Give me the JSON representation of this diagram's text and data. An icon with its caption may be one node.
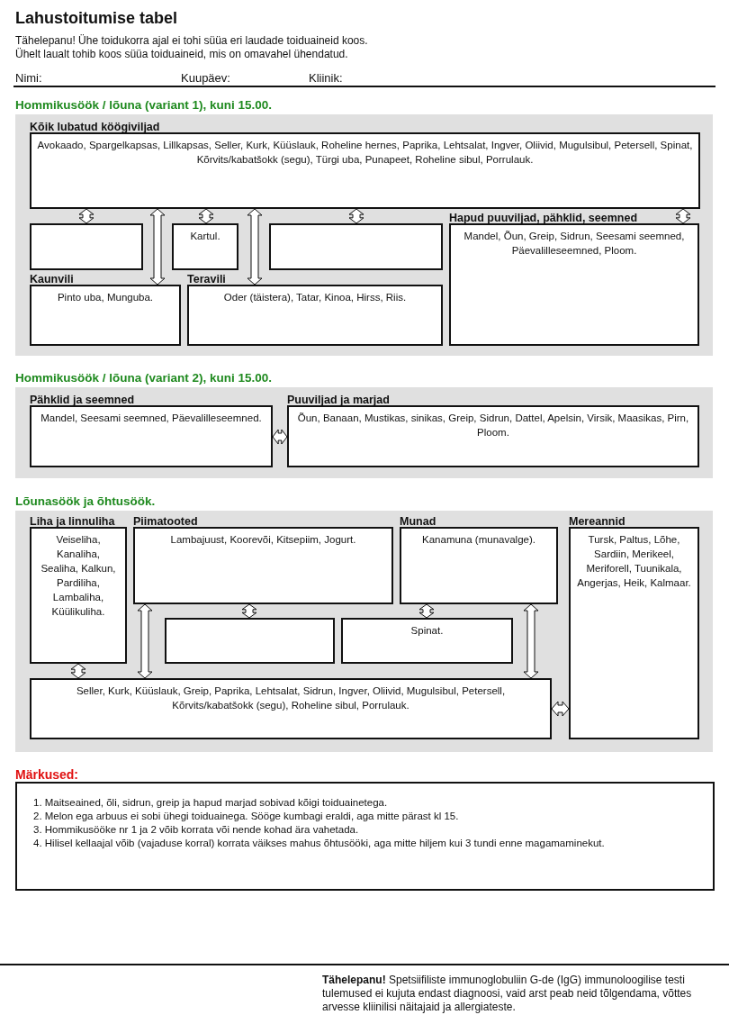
{
  "diagram": {
    "title": "Lahustoitumise tabel",
    "nodes": [
      {
        "text": [
          "Hommikusöök / lõuna (variant 1), kuni 15.00."
        ]
      },
      {
        "text": [
          "Kõik lubatud köögiviljad",
          "Avokaado, Spargelkapsas, Lillkapsas, Seller, Kurk, Küüslauk, Roheline hernes, Paprika, Lehtsalat, Ingver, Oliivid, Mugulsibul, Petersell, Spinat, Kõrvits/kabatšokk (segu), Türgi uba, Punapeet, Roheline sibul, Porrulauk."
        ],
        "in": 0
      },
      {
        "text": [],
        "shape": "box",
        "in": 0
      },
      {
        "text": [
          "Kartul."
        ],
        "in": 0
      },
      {
        "text": [],
        "shape": "box",
        "in": 0
      },
      {
        "text": [
          "Hapud puuviljad, pähklid, seemned",
          "Mandel, Õun, Greip, Sidrun, Seesami seemned, Päevalilleseemned, Ploom."
        ],
        "in": 0
      },
      {
        "text": [
          "Kaunvili",
          "Pinto uba, Munguba."
        ],
        "in": 0
      },
      {
        "text": [
          "Teravili",
          "Oder (täistera), Tatar, Kinoa, Hirss, Riis."
        ],
        "in": 0
      },
      {
        "text": [
          "Hommikusöök / lõuna (variant 2), kuni 15.00."
        ]
      },
      {
        "text": [
          "Pähklid ja seemned",
          "Mandel, Seesami seemned, Päevalilleseemned."
        ],
        "in": 8
      },
      {
        "text": [
          "Puuviljad ja marjad",
          "Õun, Banaan, Mustikas, sinikas, Greip, Sidrun, Dattel, Apelsin, Virsik, Maasikas, Pirn, Ploom."
        ],
        "in": 8
      },
      {
        "text": [
          "Lõunasöök ja õhtusöök."
        ]
      },
      {
        "text": [
          "Liha ja linnuliha",
          "Veiseliha, Kanaliha, Sealiha, Kalkun, Pardiliha, Lambaliha, Küülikuliha."
        ],
        "in": 11
      },
      {
        "text": [
          "Piimatooted",
          "Lambajuust, Koorevõi, Kitsepiim, Jogurt."
        ],
        "in": 11
      },
      {
        "text": [
          "Munad",
          "Kanamuna (munavalge)."
        ],
        "in": 11
      },
      {
        "text": [
          "Mereannid",
          "Tursk, Paltus, Lõhe, Sardiin, Merikeel, Meriforell, Tuunikala, Angerjas, Heik, Kalmaar."
        ],
        "in": 11
      },
      {
        "text": [],
        "shape": "box",
        "in": 11
      },
      {
        "text": [
          "Spinat."
        ],
        "in": 11
      },
      {
        "text": [
          "Seller, Kurk, Küüslauk, Greip, Paprika, Lehtsalat, Sidrun, Ingver, Oliivid, Mugulsibul, Petersell, Kõrvits/kabatšokk (segu), Roheline sibul, Porrulauk."
        ],
        "in": 11
      },
      {
        "text": [
          "Märkused:",
          "1. Maitseained, õli, sidrun, greip ja hapud marjad sobivad kõigi toiduainetega.",
          "2. Melon ega arbuus ei sobi ühegi toiduainega. Sööge kumbagi eraldi, aga mitte pärast kl 15.",
          "3. Hommikusööke nr 1 ja 2 võib korrata või nende kohad ära vahetada.",
          "4. Hilisel kellaajal võib (vajaduse korral) korrata väikses mahus õhtusööki, aga mitte hiljem kui 3 tundi enne magamaminekut."
        ]
      }
    ],
    "edges": [
      {
        "from": 1,
        "to": 2,
        "arrow": "both"
      },
      {
        "from": 1,
        "to": 6,
        "arrow": "both"
      },
      {
        "from": 1,
        "to": 3,
        "arrow": "both"
      },
      {
        "from": 1,
        "to": 7,
        "arrow": "both"
      },
      {
        "from": 1,
        "to": 4,
        "arrow": "both"
      },
      {
        "from": 1,
        "to": 5,
        "arrow": "both"
      },
      {
        "from": 9,
        "to": 10,
        "arrow": "both"
      },
      {
        "from": 12,
        "to": 18,
        "arrow": "both"
      },
      {
        "from": 13,
        "to": 18,
        "arrow": "both"
      },
      {
        "from": 13,
        "to": 16,
        "arrow": "both"
      },
      {
        "from": 14,
        "to": 17,
        "arrow": "both"
      },
      {
        "from": 14,
        "to": 18,
        "arrow": "both"
      },
      {
        "from": 18,
        "to": 15,
        "arrow": "both"
      }
    ],
    "labels": [
      "Tähelepanu! Ühe toidukorra ajal ei tohi süüa eri laudade toiduaineid koos.",
      "Ühelt laualt tohib koos süüa toiduaineid, mis on omavahel ühendatud.",
      "Nimi:",
      "Kuupäev:",
      "Kliinik:",
      "**Tähelepanu!** Spetsiifiliste immunoglobuliin G-de (IgG) immunoloogilise testi tulemused ei kujuta endast diagnoosi, vaid arst peab neid tõlgendama, võttes arvesse kliinilisi näitajaid ja allergiateste."
    ]
  }
}
